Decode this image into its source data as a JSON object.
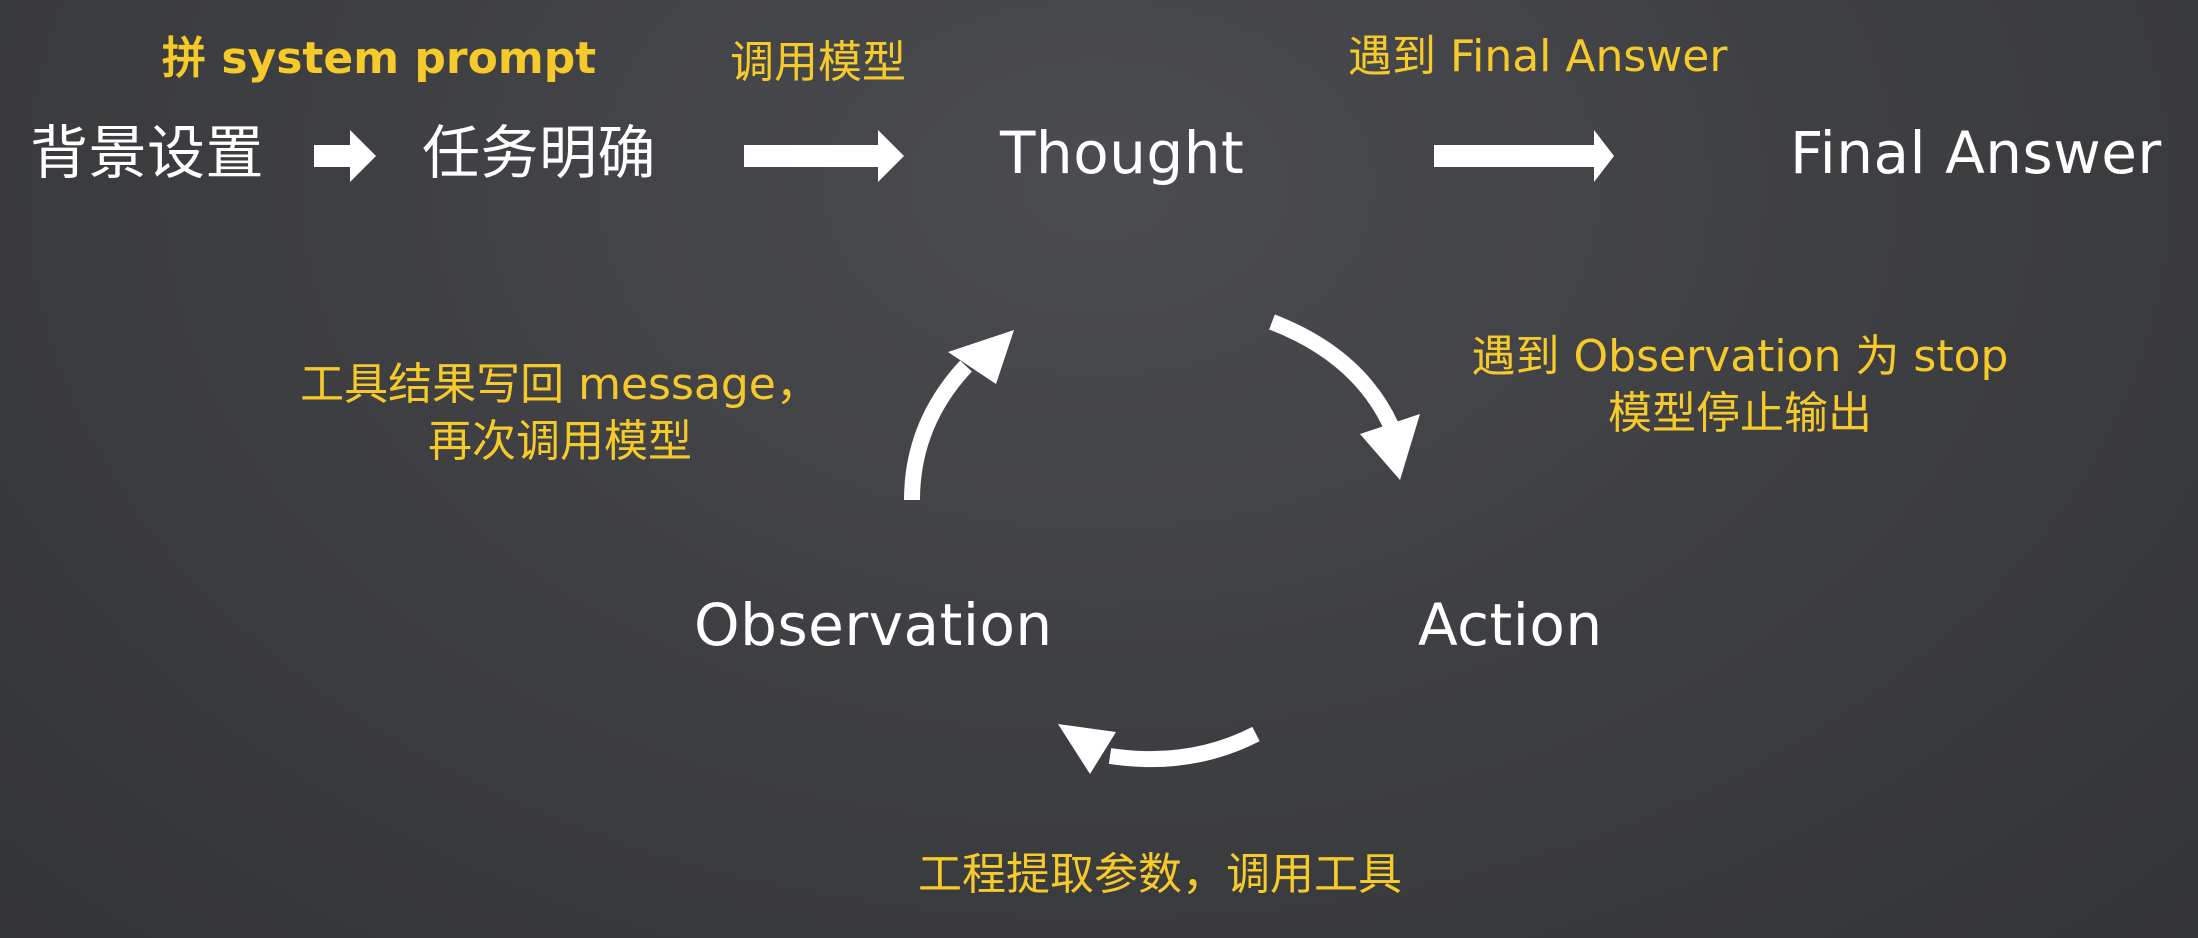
{
  "nodes": {
    "background": "背景设置",
    "task": "任务明确",
    "thought": "Thought",
    "final_answer": "Final Answer",
    "observation": "Observation",
    "action": "Action"
  },
  "labels": {
    "system_prompt": "拼 system prompt",
    "call_model": "调用模型",
    "meet_final_answer": "遇到 Final Answer",
    "stop_line1": "遇到 Observation 为 stop",
    "stop_line2": "模型停止输出",
    "write_back_line1": "工具结果写回 message，",
    "write_back_line2": "再次调用模型",
    "extract_params": "工程提取参数，调用工具"
  },
  "colors": {
    "node_text": "#ffffff",
    "label_text": "#f5ca2a",
    "arrow": "#ffffff"
  }
}
